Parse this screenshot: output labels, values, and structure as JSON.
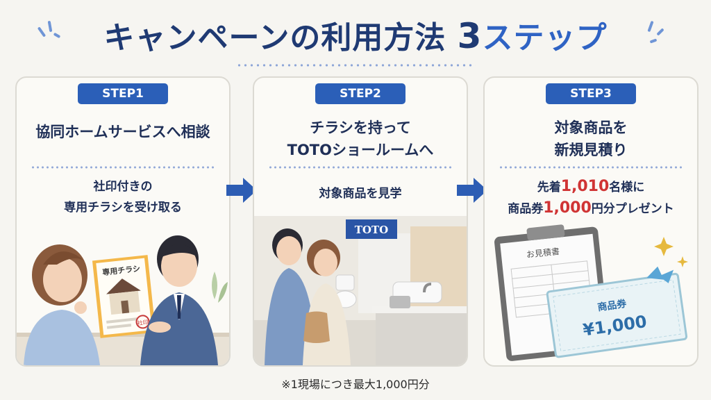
{
  "header": {
    "title_main": "キャンペーンの利用方法",
    "title_num": "3",
    "title_suffix": "ステップ"
  },
  "steps": [
    {
      "badge": "STEP1",
      "heading_lines": [
        "協同ホームサービスへ相談"
      ],
      "body_lines": [
        "社印付きの",
        "専用チラシを受け取る"
      ],
      "flyer_label": "専用チラシ",
      "stamp_label": "社印"
    },
    {
      "badge": "STEP2",
      "heading_lines": [
        "チラシを持って",
        "TOTOショールームへ"
      ],
      "body_lines": [
        "対象商品を見学"
      ],
      "sign_label": "TOTO"
    },
    {
      "badge": "STEP3",
      "heading_lines": [
        "対象商品を",
        "新規見積り"
      ],
      "body": {
        "line1_prefix": "先着",
        "line1_number": "1,010",
        "line1_suffix": "名様に",
        "line2_prefix": "商品券",
        "line2_number": "1,000",
        "line2_suffix": "円分プレゼント"
      },
      "estimate_label": "お見積書",
      "voucher_label": "商品券",
      "voucher_amount": "¥1,000"
    }
  ],
  "footnote": "※1現場につき最大1,000円分",
  "colors": {
    "navy": "#1f3a73",
    "accent_blue": "#2f63c4",
    "badge_blue": "#2b5fb8",
    "highlight_red": "#d03434",
    "background": "#f6f5f1"
  }
}
